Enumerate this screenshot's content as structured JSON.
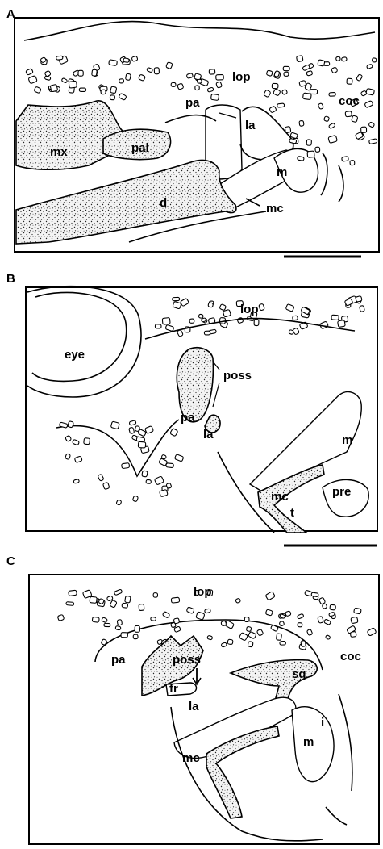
{
  "panels": [
    {
      "letter": "A",
      "labels": {
        "lop": "lop",
        "pa": "pa",
        "la": "la",
        "coc": "coc",
        "mx": "mx",
        "pal": "pal",
        "m": "m",
        "d": "d",
        "mc": "mc"
      }
    },
    {
      "letter": "B",
      "labels": {
        "lop": "lop",
        "eye": "eye",
        "poss": "poss",
        "pa": "pa",
        "la": "la",
        "m": "m",
        "pre": "pre",
        "mc": "mc",
        "t": "t"
      }
    },
    {
      "letter": "C",
      "labels": {
        "lop": "lop",
        "poss": "poss",
        "pa": "pa",
        "fr": "fr",
        "la": "la",
        "sq": "sq",
        "coc": "coc",
        "mc": "mc",
        "m": "m",
        "i": "i"
      }
    }
  ]
}
